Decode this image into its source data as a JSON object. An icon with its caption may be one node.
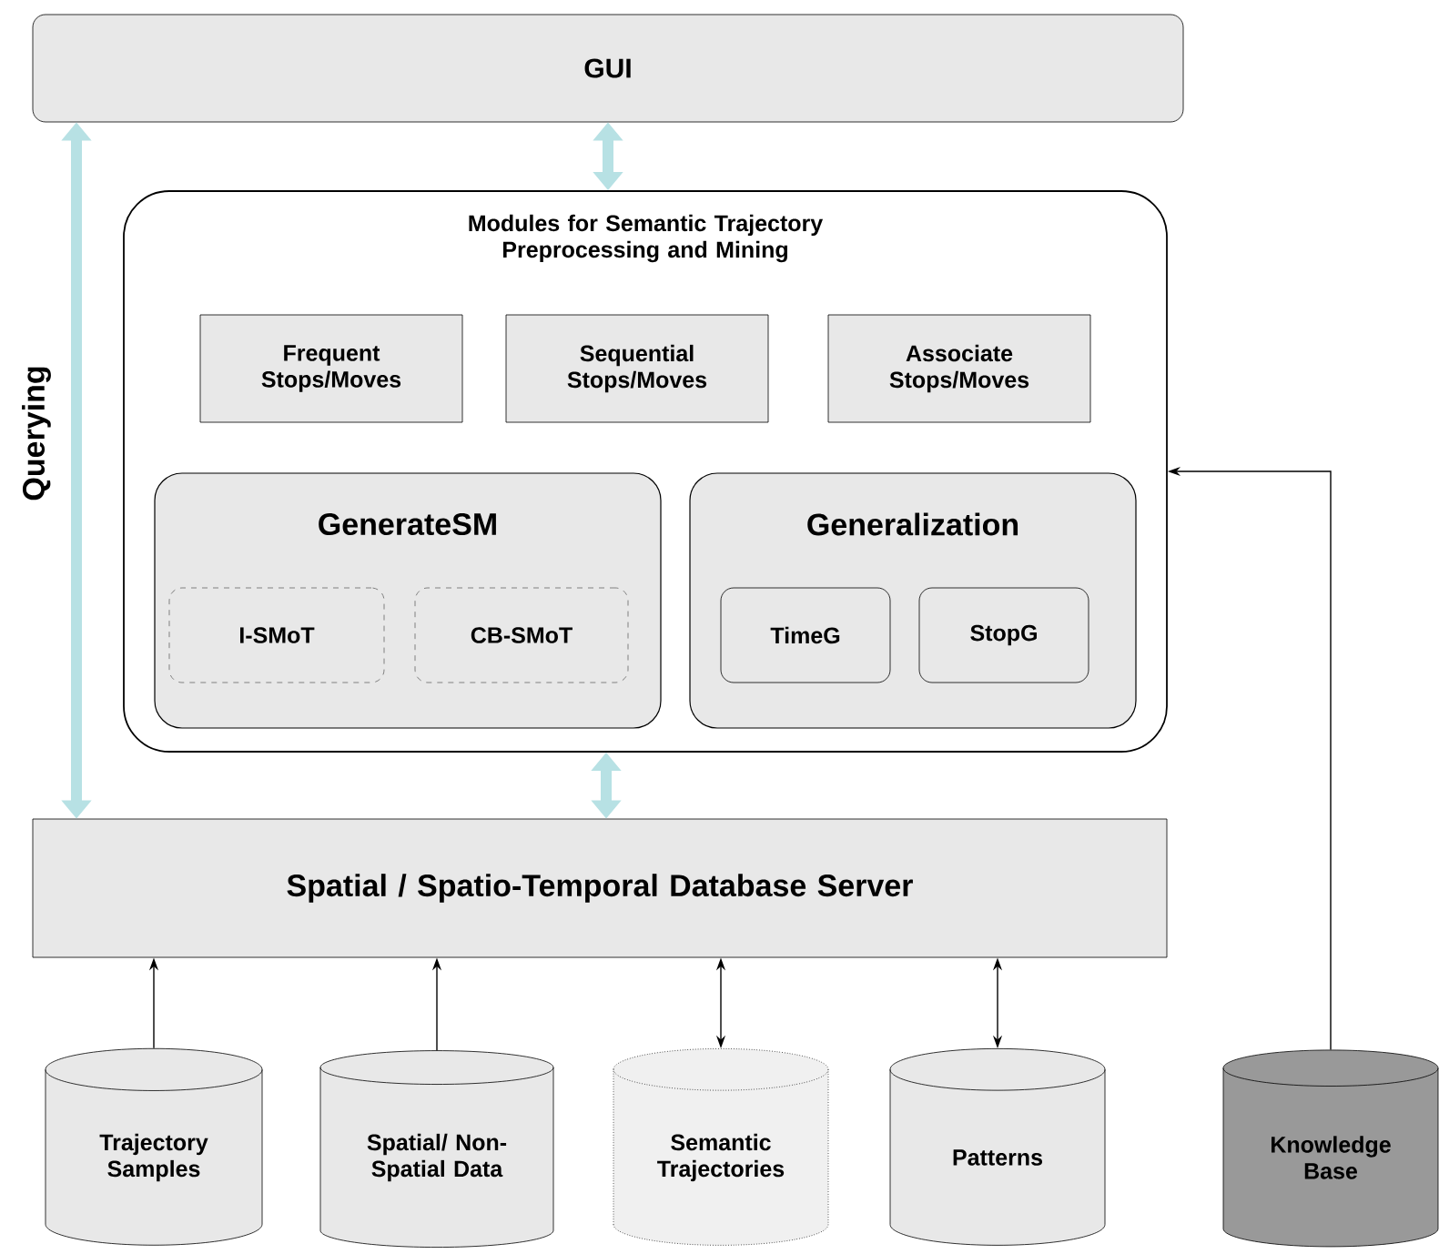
{
  "diagram": {
    "nodes": [
      {
        "text": [
          "GUI"
        ]
      },
      {
        "text": [
          "Modules for Semantic Trajectory Preprocessing and Mining"
        ]
      },
      {
        "text": [
          "Frequent Stops/Moves"
        ],
        "in": 1
      },
      {
        "text": [
          "Sequential Stops/Moves"
        ],
        "in": 1
      },
      {
        "text": [
          "Associate Stops/Moves"
        ],
        "in": 1
      },
      {
        "text": [
          "GenerateSM"
        ],
        "in": 1
      },
      {
        "text": [
          "I-SMoT"
        ],
        "in": 5
      },
      {
        "text": [
          "CB-SMoT"
        ],
        "in": 5
      },
      {
        "text": [
          "Generalization"
        ],
        "in": 1
      },
      {
        "text": [
          "TimeG"
        ],
        "in": 8
      },
      {
        "text": [
          "StopG"
        ],
        "in": 8
      },
      {
        "text": [
          "Spatial / Spatio-Temporal Database Server"
        ]
      },
      {
        "text": [
          "Trajectory Samples"
        ]
      },
      {
        "text": [
          "Spatial/ Non-Spatial Data"
        ]
      },
      {
        "text": [
          "Semantic Trajectories"
        ]
      },
      {
        "text": [
          "Patterns"
        ]
      },
      {
        "text": [
          "Knowledge Base"
        ]
      }
    ],
    "edges": [
      {
        "from": 0,
        "to": 1,
        "arrow": "both",
        "style": "thick",
        "color": "#b7e1e4"
      },
      {
        "from": 1,
        "to": 11,
        "arrow": "both",
        "style": "thick",
        "color": "#b7e1e4"
      },
      {
        "from": 0,
        "to": 11,
        "arrow": "both",
        "style": "thick",
        "color": "#b7e1e4",
        "label": "Querying"
      },
      {
        "from": 12,
        "to": 11,
        "arrow": "to"
      },
      {
        "from": 13,
        "to": 11,
        "arrow": "to"
      },
      {
        "from": 14,
        "to": 11,
        "arrow": "both"
      },
      {
        "from": 15,
        "to": 11,
        "arrow": "both"
      },
      {
        "from": 16,
        "to": 1,
        "arrow": "to"
      }
    ]
  }
}
